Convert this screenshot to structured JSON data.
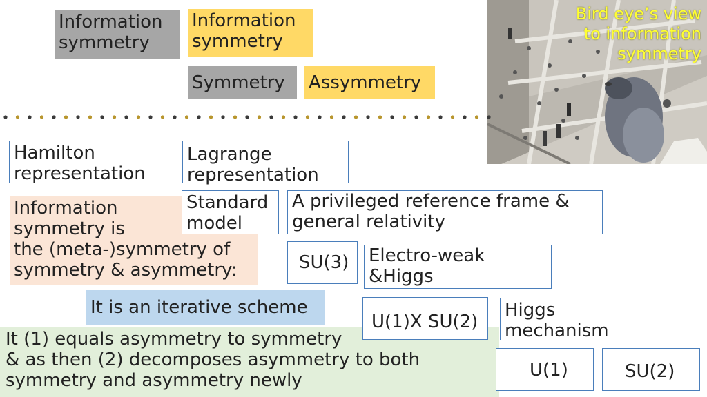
{
  "top": {
    "info_sym_gray": "Information\nsymmetry",
    "info_sym_yellow": "Information\nsymmetry",
    "symmetry": "Symmetry",
    "assymmetry": "Assymmetry"
  },
  "photo": {
    "caption": "Bird eye’s view\nto information\nsymmetry"
  },
  "boxes": {
    "hamilton": "Hamilton\nrepresentation",
    "lagrange": "Lagrange\nrepresentation",
    "info_meta": "Information\nsymmetry is\nthe (meta-)symmetry of\nsymmetry & asymmetry:",
    "standard_model": "Standard\nmodel",
    "privileged": "A privileged reference frame &\ngeneral relativity",
    "su3": "SU(3)",
    "electroweak": "Electro-weak\n&Higgs",
    "iterative": "It is an iterative scheme",
    "u1xsu2": "U(1)X SU(2)",
    "higgs_mech": "Higgs\nmechanism",
    "bottom_text": "It (1) equals asymmetry to symmetry\n& as then (2) decomposes asymmetry to both\nsymmetry and asymmetry newly",
    "u1": "U(1)",
    "su2": "SU(2)"
  },
  "colors": {
    "gray": "#a6a6a6",
    "yellow": "#ffd966",
    "outline_blue": "#4a7ebb",
    "peach": "#fbe5d6",
    "light_blue": "#bdd7ee",
    "light_green": "#e2efda",
    "caption_yellow": "#ffff33",
    "dot_dark": "#3a3a3a",
    "dot_gold": "#b8962e"
  }
}
